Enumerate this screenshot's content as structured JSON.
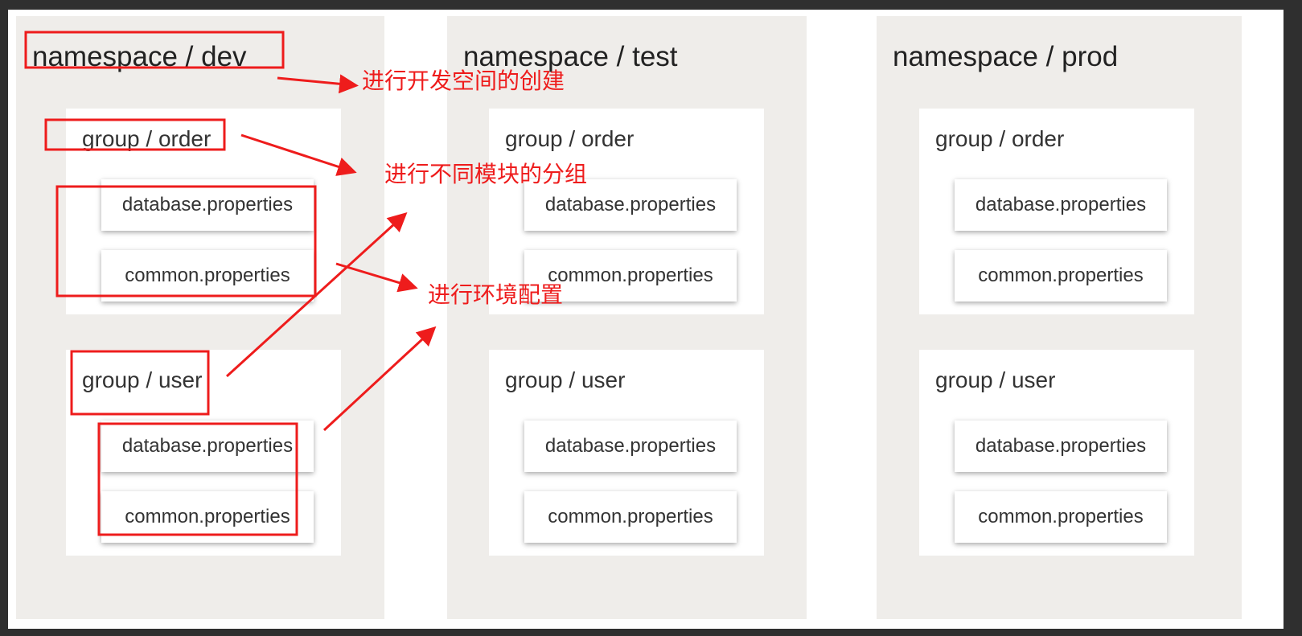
{
  "namespaces": [
    {
      "title": "namespace / dev",
      "groups": [
        {
          "title": "group / order",
          "files": [
            "database.properties",
            "common.properties"
          ]
        },
        {
          "title": "group / user",
          "files": [
            "database.properties",
            "common.properties"
          ]
        }
      ]
    },
    {
      "title": "namespace / test",
      "groups": [
        {
          "title": "group / order",
          "files": [
            "database.properties",
            "common.properties"
          ]
        },
        {
          "title": "group / user",
          "files": [
            "database.properties",
            "common.properties"
          ]
        }
      ]
    },
    {
      "title": "namespace / prod",
      "groups": [
        {
          "title": "group / order",
          "files": [
            "database.properties",
            "common.properties"
          ]
        },
        {
          "title": "group / user",
          "files": [
            "database.properties",
            "common.properties"
          ]
        }
      ]
    }
  ],
  "annotations": {
    "namespace_note": "进行开发空间的创建",
    "group_note": "进行不同模块的分组",
    "config_note": "进行环境配置"
  },
  "colors": {
    "annotation_red": "#ee1c1c",
    "panel_bg": "#efedea",
    "card_bg": "#ffffff"
  }
}
